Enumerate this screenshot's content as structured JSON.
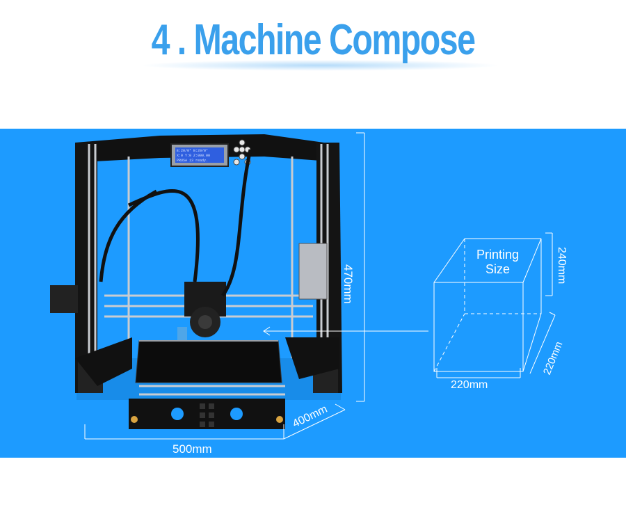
{
  "header": {
    "title": "4 . Machine Compose"
  },
  "printer": {
    "dimensions": {
      "height": "470mm",
      "width": "500mm",
      "depth": "400mm"
    }
  },
  "print_volume": {
    "label_line1": "Printing",
    "label_line2": "Size",
    "height": "240mm",
    "width": "220mm",
    "depth": "220mm"
  },
  "colors": {
    "panel": "#1d9bff",
    "title": "#3aa0ec",
    "lines": "#ffffff"
  }
}
